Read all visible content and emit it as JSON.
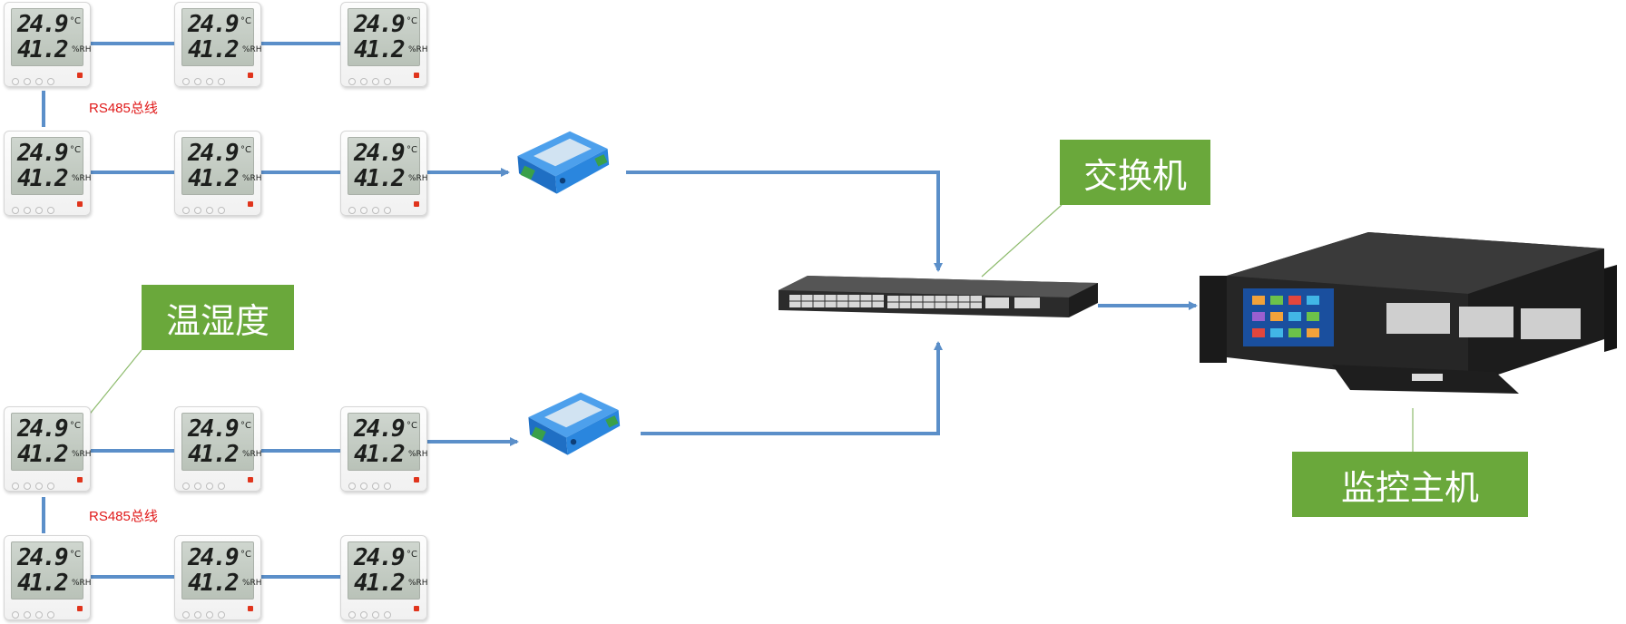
{
  "labels": {
    "switch": "交换机",
    "sensor_group": "温湿度",
    "host": "监控主机",
    "bus_top": "RS485总线",
    "bus_bottom": "RS485总线"
  },
  "sensor_display": {
    "temperature": "24.9",
    "temp_unit": "°C",
    "humidity": "41.2",
    "hum_unit": "%RH"
  },
  "colors": {
    "connector_line": "#5b8fc9",
    "label_bg": "#6aa83b",
    "label_text": "#ffffff",
    "bus_text": "#e01a1a",
    "converter_body": "#2e7fd6"
  },
  "icons": {
    "sensor": "thermo-hygrometer-icon",
    "converter": "rs485-converter-icon",
    "switch": "network-switch-icon",
    "host": "rack-monitoring-host-icon"
  }
}
